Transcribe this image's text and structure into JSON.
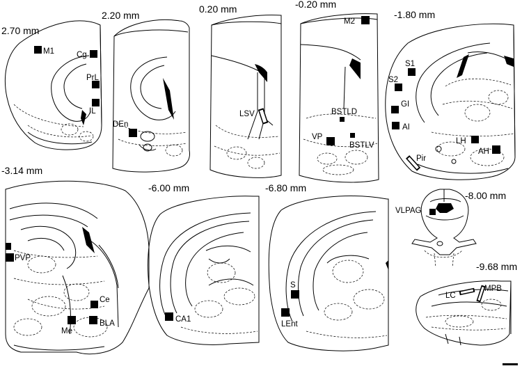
{
  "sections": [
    {
      "level": "2.70 mm",
      "regions": [
        "M1",
        "Cg",
        "PrL",
        "IL"
      ]
    },
    {
      "level": "2.20 mm",
      "regions": [
        "DEn"
      ]
    },
    {
      "level": "0.20 mm",
      "regions": [
        "LSV"
      ]
    },
    {
      "level": "-0.20 mm",
      "regions": [
        "M2",
        "BSTLD",
        "VP",
        "BSTLV"
      ]
    },
    {
      "level": "-1.80 mm",
      "regions": [
        "S1",
        "S2",
        "GI",
        "AI",
        "Pir",
        "LH",
        "AH"
      ]
    },
    {
      "level": "-3.14 mm",
      "regions": [
        "PVP",
        "Ce",
        "Me",
        "BLA"
      ]
    },
    {
      "level": "-6.00 mm",
      "regions": [
        "CA1"
      ]
    },
    {
      "level": "-6.80 mm",
      "regions": [
        "S",
        "LEnt"
      ]
    },
    {
      "level": "-8.00 mm",
      "regions": [
        "VLPAG"
      ]
    },
    {
      "level": "-9.68 mm",
      "regions": [
        "LC",
        "MPB"
      ]
    }
  ],
  "colors": {
    "ink": "#000000",
    "background": "#ffffff"
  }
}
